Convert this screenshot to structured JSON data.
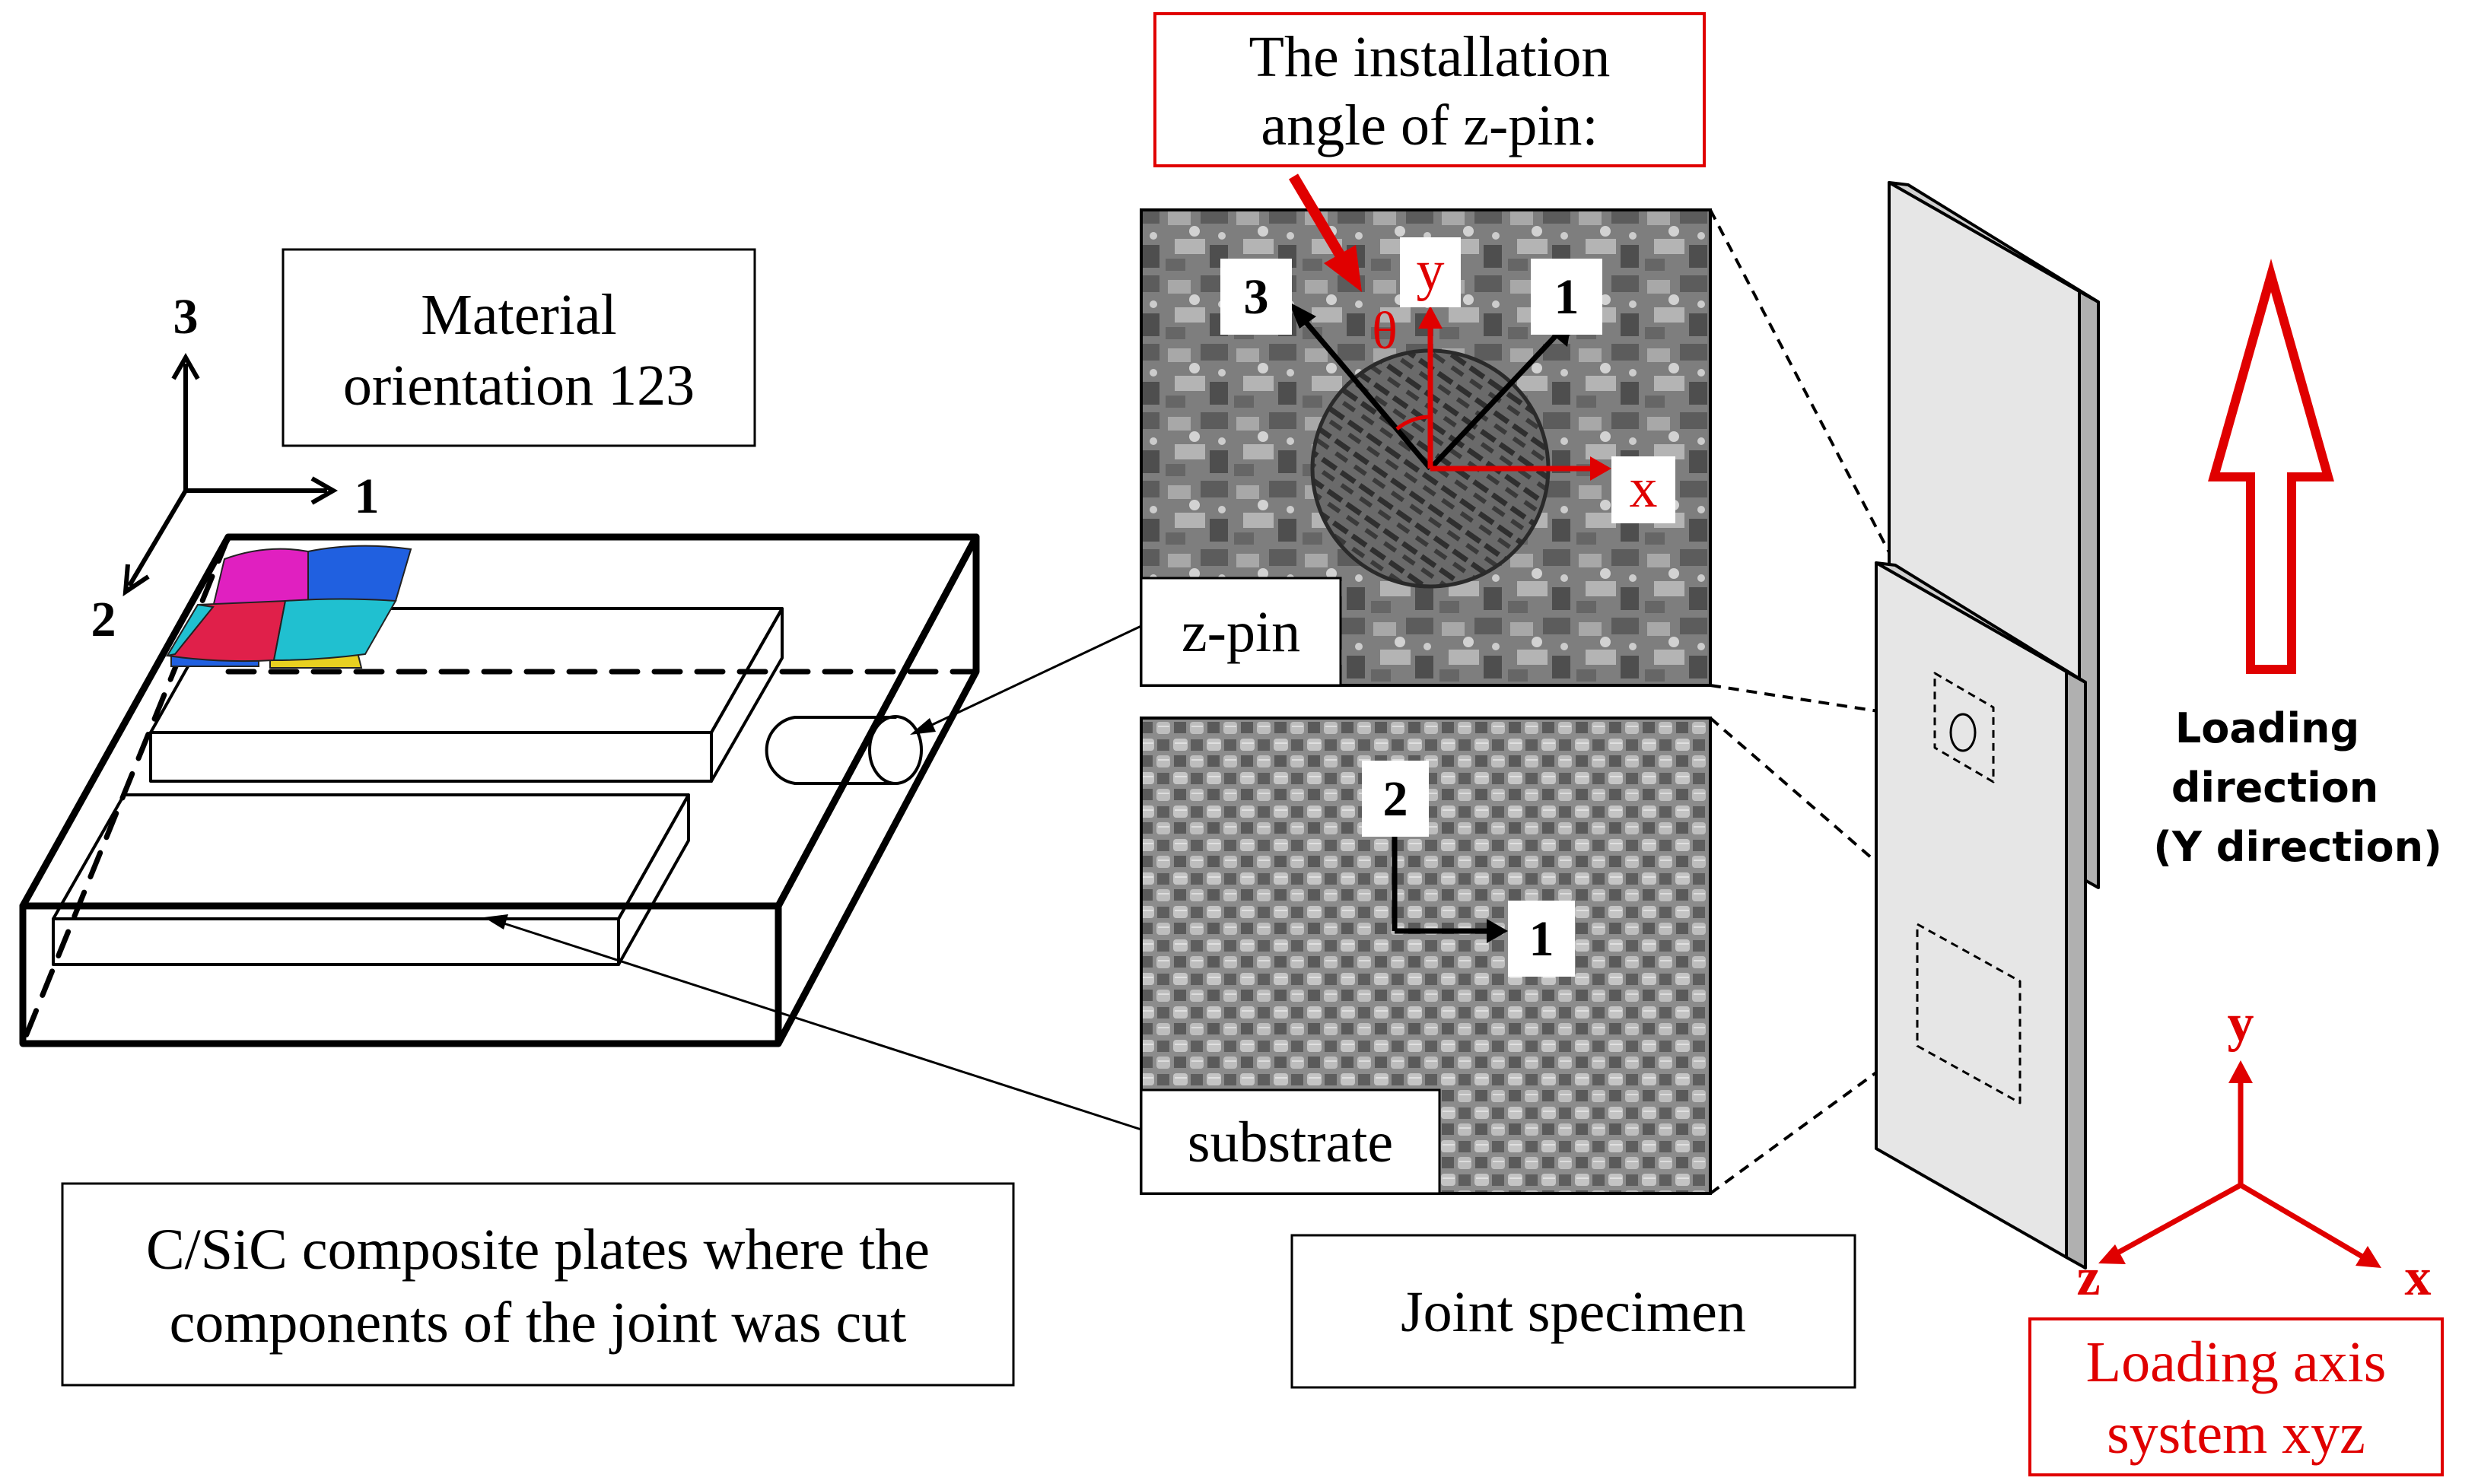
{
  "labels": {
    "material_orientation": [
      "Material",
      "orientation 123"
    ],
    "plates_caption": [
      "C/SiC composite plates where the",
      "components of the joint was cut"
    ],
    "installation_angle": [
      "The installation",
      "angle of z-pin:"
    ],
    "zpin_label": "z-pin",
    "substrate_label": "substrate",
    "joint_specimen": "Joint specimen",
    "loading_direction": [
      "Loading",
      "direction",
      "(Y direction)"
    ],
    "loading_axis_system": [
      "Loading axis",
      "system xyz"
    ]
  },
  "axes": {
    "material": {
      "a1": "1",
      "a2": "2",
      "a3": "3"
    },
    "zpin": {
      "m1": "1",
      "m3": "3",
      "y": "y",
      "x": "x",
      "theta": "θ"
    },
    "substrate": {
      "m1": "1",
      "m2": "2"
    },
    "loading": {
      "x": "x",
      "y": "y",
      "z": "z"
    }
  },
  "colors": {
    "accent_red": "#e00000",
    "ply_magenta": "#e020c0",
    "ply_blue": "#2060e0",
    "ply_cyan": "#20c0d0",
    "ply_red": "#e0204a",
    "ply_yellow": "#e8d020",
    "specimen_fill": "#e6e6e6"
  }
}
